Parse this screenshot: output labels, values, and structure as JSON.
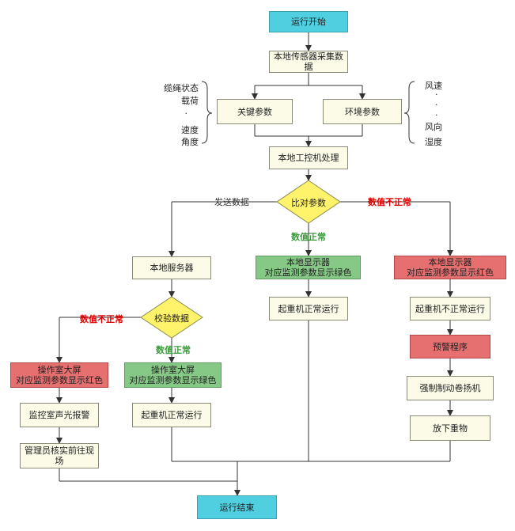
{
  "nodes": {
    "start": "运行开始",
    "collect": "本地传感器采集数据",
    "key_params": "关键参数",
    "env_params": "环境参数",
    "ipc": "本地工控机处理",
    "compare": "比对参数",
    "local_server": "本地服务器",
    "verify": "校验数据",
    "local_display_green_1": "本地显示器",
    "local_display_green_2": "对应监测参数显示绿色",
    "local_display_red_1": "本地显示器",
    "local_display_red_2": "对应监测参数显示红色",
    "crane_normal_center": "起重机正常运行",
    "crane_abnormal": "起重机不正常运行",
    "warning": "预警程序",
    "force_brake": "强制制动卷扬机",
    "lower_load": "放下重物",
    "ctrl_red_1": "操作室大屏",
    "ctrl_red_2": "对应监测参数显示红色",
    "ctrl_green_1": "操作室大屏",
    "ctrl_green_2": "对应监测参数显示绿色",
    "alarm": "监控室声光报警",
    "verify_site": "管理员核实前往现场",
    "crane_normal_left": "起重机正常运行",
    "end": "运行结束"
  },
  "left_params": [
    "缆绳状态",
    "载荷",
    "·",
    "速度",
    "角度"
  ],
  "right_params": [
    "风速",
    "·",
    "·",
    "·",
    "风向",
    "湿度"
  ],
  "edge_labels": {
    "send_data": "发送数据",
    "abnormal_1": "数值不正常",
    "normal_1": "数值正常",
    "abnormal_2": "数值不正常",
    "normal_2": "数值正常"
  },
  "colors": {
    "terminal": "#4fcfe0",
    "process": "#fbfbe8",
    "decision": "#fff36b",
    "normal": "#86c986",
    "abnormal": "#e66f6f",
    "abnormal_text": "#e00000",
    "normal_text": "#3a9a3a"
  }
}
